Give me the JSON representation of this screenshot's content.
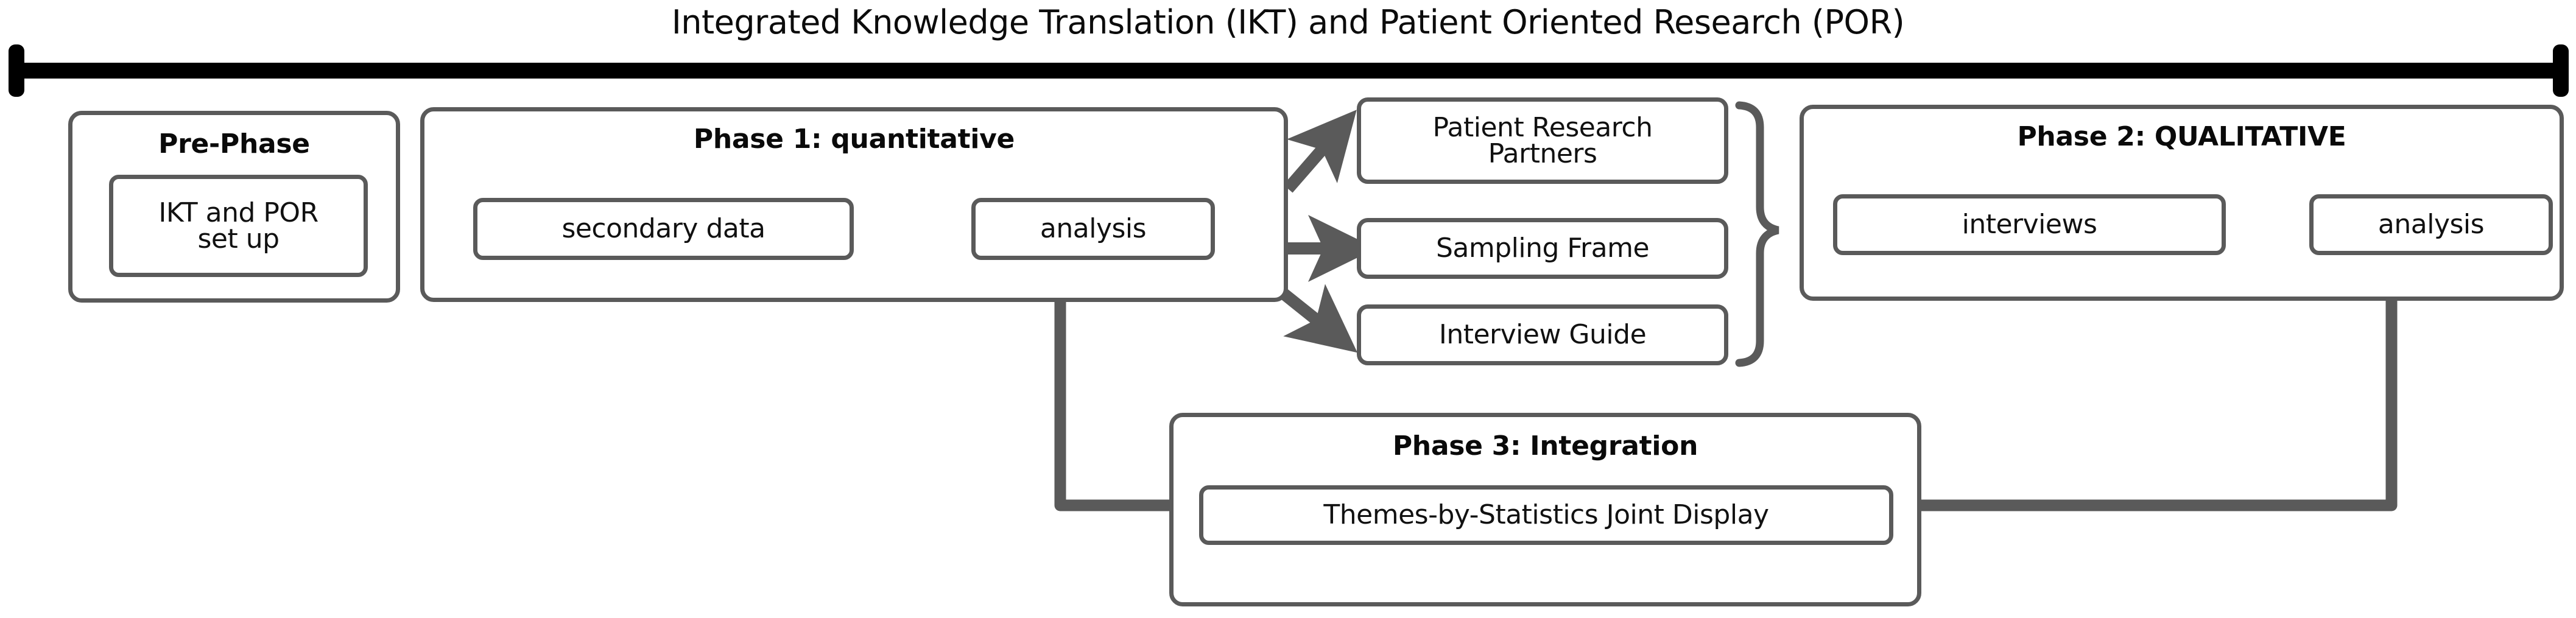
{
  "diagram": {
    "title": "Integrated Knowledge Translation (IKT) and Patient Oriented Research (POR)",
    "colors": {
      "box_border": "#5a5a5a",
      "connector": "#5a5a5a",
      "title_bar": "#000000",
      "text": "#111111",
      "background": "#ffffff"
    },
    "top_bar": {
      "name": "ikt-por-span-bar",
      "left_cap": true,
      "right_cap": true
    },
    "pre_phase": {
      "heading": "Pre-Phase",
      "node": "IKT and POR set up",
      "node_line1": "IKT and POR",
      "node_line2": "set up"
    },
    "phase1": {
      "heading": "Phase 1: quantitative",
      "nodes": [
        {
          "label": "secondary data"
        },
        {
          "label": "analysis"
        }
      ],
      "arrow": "secondary-data-to-analysis"
    },
    "outputs": {
      "brace": "}",
      "items": [
        {
          "label": "Patient Research Partners",
          "line1": "Patient Research",
          "line2": "Partners"
        },
        {
          "label": "Sampling Frame",
          "line1": "Sampling Frame",
          "line2": ""
        },
        {
          "label": "Interview Guide",
          "line1": "Interview Guide",
          "line2": ""
        }
      ]
    },
    "phase2": {
      "heading": "Phase 2: QUALITATIVE",
      "nodes": [
        {
          "label": "interviews"
        },
        {
          "label": "analysis"
        }
      ],
      "arrow": "interviews-to-analysis"
    },
    "phase3": {
      "heading": "Phase 3: Integration",
      "nodes": [
        {
          "label": "Themes-by-Statistics Joint Display"
        }
      ]
    },
    "connectors": [
      {
        "name": "phase1-analysis-to-phase3",
        "from": "phase1.analysis",
        "to": "phase3"
      },
      {
        "name": "phase2-analysis-to-phase3",
        "from": "phase2.analysis",
        "to": "phase3"
      },
      {
        "name": "phase1-to-patient-research-partners",
        "from": "phase1",
        "to": "outputs.0"
      },
      {
        "name": "phase1-to-sampling-frame",
        "from": "phase1",
        "to": "outputs.1"
      },
      {
        "name": "phase1-to-interview-guide",
        "from": "phase1",
        "to": "outputs.2"
      }
    ]
  }
}
